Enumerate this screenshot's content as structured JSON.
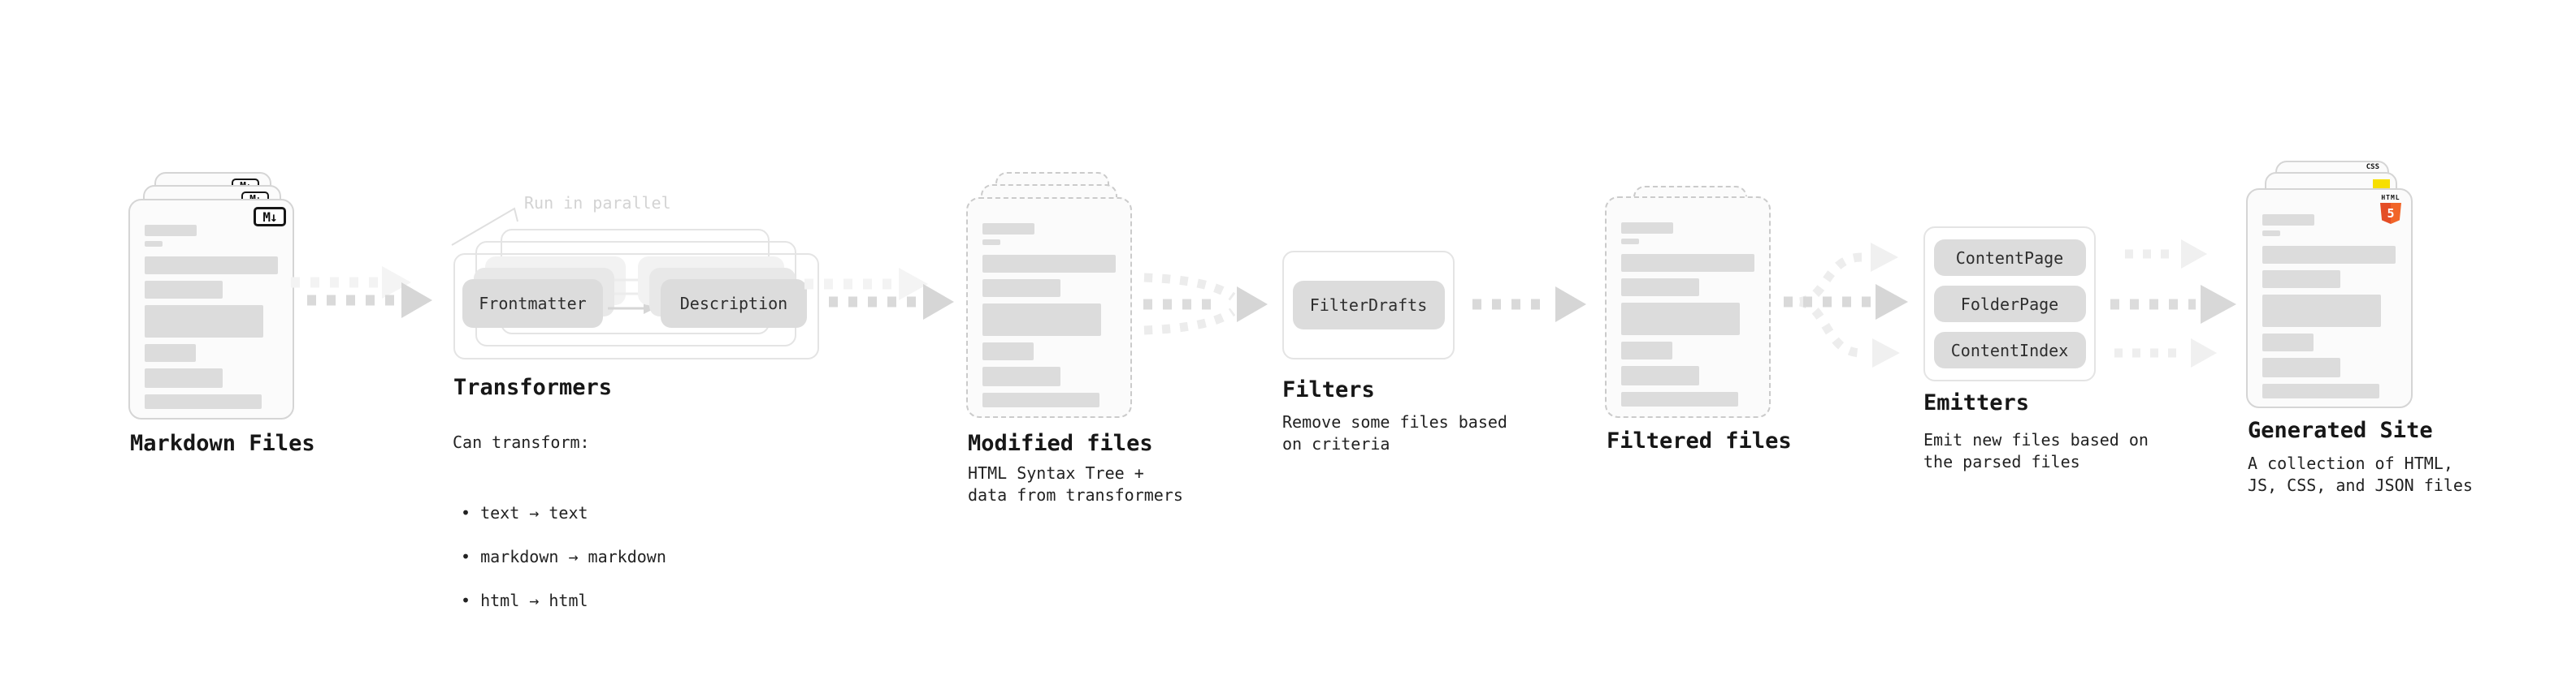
{
  "diagram": {
    "markdown_files": {
      "label": "Markdown Files",
      "badge": "M↓"
    },
    "transformers": {
      "label": "Transformers",
      "note": "Run in parallel",
      "transformer_boxes": [
        "Frontmatter",
        "Description"
      ],
      "can_transform_heading": "Can transform:",
      "can_transform_items": [
        "• text → text",
        "• markdown → markdown",
        "• html → html"
      ]
    },
    "modified_files": {
      "label": "Modified files",
      "description": "HTML Syntax Tree +\ndata from transformers"
    },
    "filters": {
      "label": "Filters",
      "filter_boxes": [
        "FilterDrafts"
      ],
      "description": "Remove some files based\non criteria"
    },
    "filtered_files": {
      "label": "Filtered files"
    },
    "emitters": {
      "label": "Emitters",
      "emitter_boxes": [
        "ContentPage",
        "FolderPage",
        "ContentIndex"
      ],
      "description": "Emit new files based on\nthe parsed files"
    },
    "generated_site": {
      "label": "Generated Site",
      "description": "A collection of HTML,\nJS, CSS, and JSON files",
      "badges": {
        "css_label": "CSS",
        "html_logo_label": "HTML",
        "html_logo_numeral": "5"
      }
    },
    "colors": {
      "arrow_gray": "#d9d9d9",
      "ghost_gray": "#f3f3f3",
      "doc_border": "#d5d5d5",
      "bar_gray": "#dcdcdc",
      "html5_orange": "#e44d26",
      "js_yellow": "#f7df00",
      "css_blue": "#2962f1"
    }
  }
}
